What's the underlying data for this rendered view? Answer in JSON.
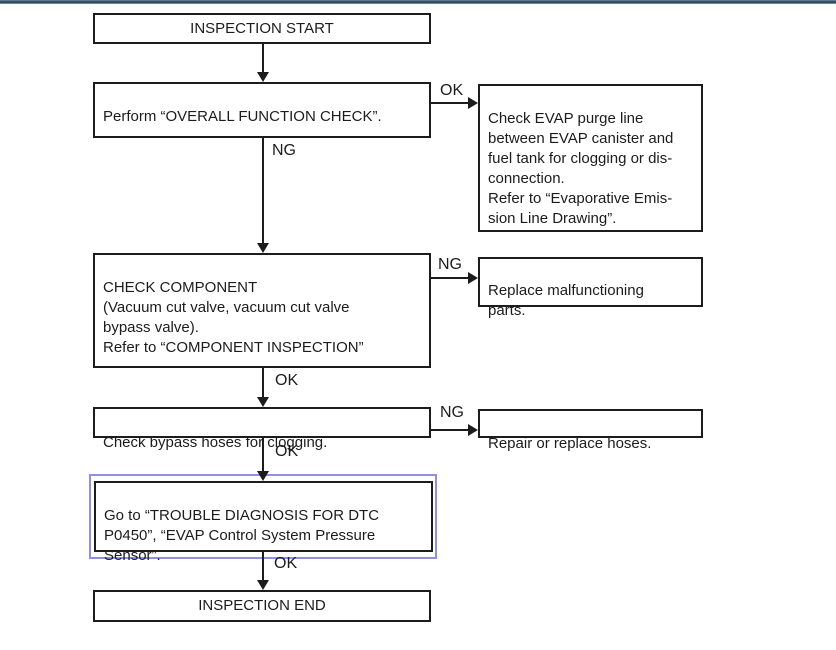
{
  "page": {
    "background": "#ffffff",
    "top_edge_color": "#2e4b63",
    "highlight_color": "#8f8fe6",
    "line_color": "#1c1c1c"
  },
  "flowchart": {
    "nodes": {
      "inspection_start": "INSPECTION START",
      "overall_function_check": "Perform “OVERALL FUNCTION CHECK”.",
      "evap_purge_line": "Check EVAP purge line\nbetween EVAP canister and\nfuel tank for clogging or dis-\nconnection.\nRefer to “Evaporative Emis-\nsion Line Drawing”.",
      "check_component": "CHECK COMPONENT\n(Vacuum cut valve, vacuum cut valve\nbypass valve).\nRefer to “COMPONENT INSPECTION”",
      "replace_parts": "Replace malfunctioning\nparts.",
      "check_bypass_hoses": "Check bypass hoses for clogging.",
      "repair_hoses": "Repair or replace hoses.",
      "trouble_diagnosis": "Go to “TROUBLE DIAGNOSIS FOR DTC\nP0450”, “EVAP Control System Pressure\nSensor”.",
      "inspection_end": "INSPECTION END"
    },
    "edge_labels": {
      "step1_ok": "OK",
      "step1_ng": "NG",
      "step2_ng": "NG",
      "step2_ok": "OK",
      "step3_ng": "NG",
      "step3_ok": "OK",
      "step4_ok": "OK"
    }
  }
}
